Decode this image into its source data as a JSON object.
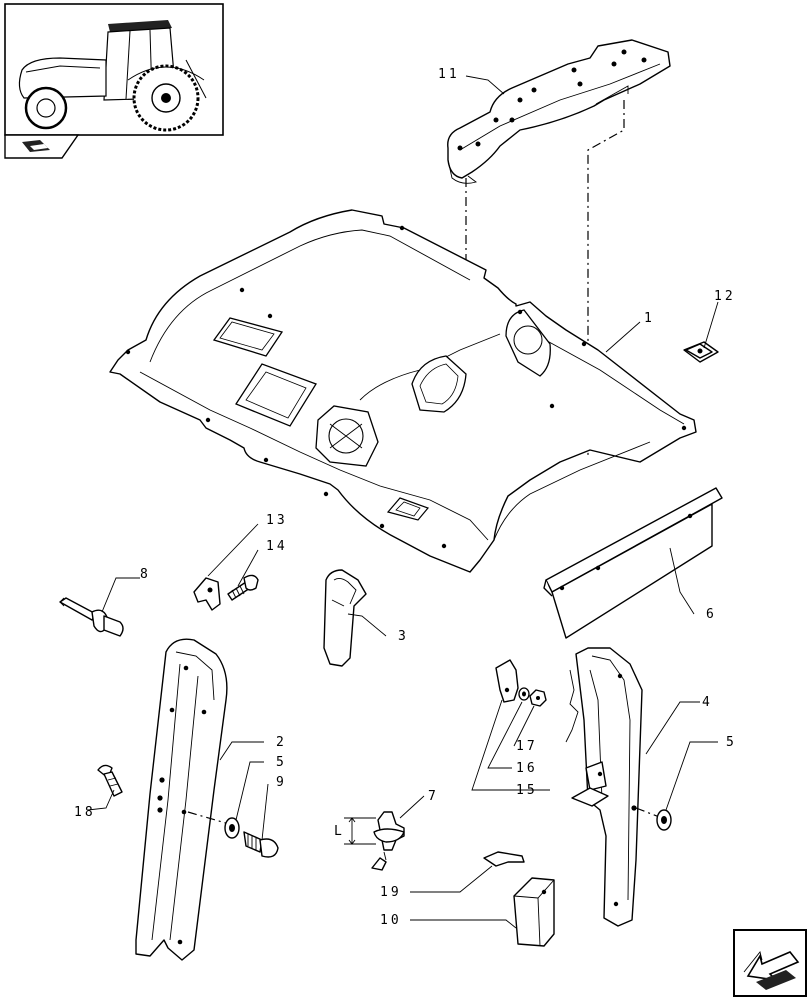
{
  "callouts": [
    {
      "id": "c1",
      "text": "1"
    },
    {
      "id": "c2",
      "text": "2"
    },
    {
      "id": "c3",
      "text": "3"
    },
    {
      "id": "c4",
      "text": "4"
    },
    {
      "id": "c5a",
      "text": "5"
    },
    {
      "id": "c5b",
      "text": "5"
    },
    {
      "id": "c6",
      "text": "6"
    },
    {
      "id": "c7",
      "text": "7"
    },
    {
      "id": "c8",
      "text": "8"
    },
    {
      "id": "c9",
      "text": "9"
    },
    {
      "id": "c10",
      "text": "10"
    },
    {
      "id": "c11",
      "text": "11"
    },
    {
      "id": "c12",
      "text": "12"
    },
    {
      "id": "c13",
      "text": "13"
    },
    {
      "id": "c14",
      "text": "14"
    },
    {
      "id": "c15",
      "text": "15"
    },
    {
      "id": "c16",
      "text": "16"
    },
    {
      "id": "c17",
      "text": "17"
    },
    {
      "id": "c18",
      "text": "18"
    },
    {
      "id": "c19",
      "text": "19"
    }
  ],
  "dimension_label": "L",
  "icons": {
    "thumbnail": "tractor-cab-icon",
    "section": "section-symbol-icon",
    "navigation": "next-page-arrow-icon"
  }
}
